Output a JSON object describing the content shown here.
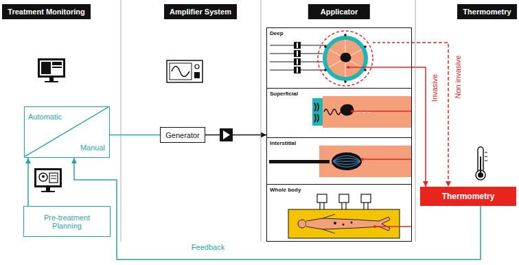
{
  "diagram": {
    "nodes": [
      {
        "text": [
          "Treatment Monitoring"
        ]
      },
      {
        "text": [
          "Automatic",
          "Manual"
        ]
      },
      {
        "text": [
          "Pre-treatment Planning"
        ]
      },
      {
        "text": [
          "Amplifier System"
        ]
      },
      {
        "text": [
          "Generator"
        ]
      },
      {
        "text": [
          "Applicator"
        ]
      },
      {
        "text": [
          "Deep"
        ],
        "in": 5
      },
      {
        "text": [
          "Superficial"
        ],
        "in": 5
      },
      {
        "text": [
          "Interstitial"
        ],
        "in": 5
      },
      {
        "text": [
          "Whole body"
        ],
        "in": 5
      },
      {
        "text": [
          "Thermometry"
        ]
      },
      {
        "text": [
          "Thermometry"
        ]
      }
    ],
    "edges": [
      {
        "from": 2,
        "to": 1,
        "arrow": "to"
      },
      {
        "from": 1,
        "to": 4,
        "arrow": "none"
      },
      {
        "from": 4,
        "to": 5,
        "arrow": "to"
      },
      {
        "from": 6,
        "to": 11,
        "label": "Non invasive",
        "arrow": "to"
      },
      {
        "from": 6,
        "to": 11,
        "label": "Invasive",
        "arrow": "to"
      },
      {
        "from": 11,
        "to": 1,
        "label": "Feedback",
        "arrow": "to"
      }
    ]
  }
}
